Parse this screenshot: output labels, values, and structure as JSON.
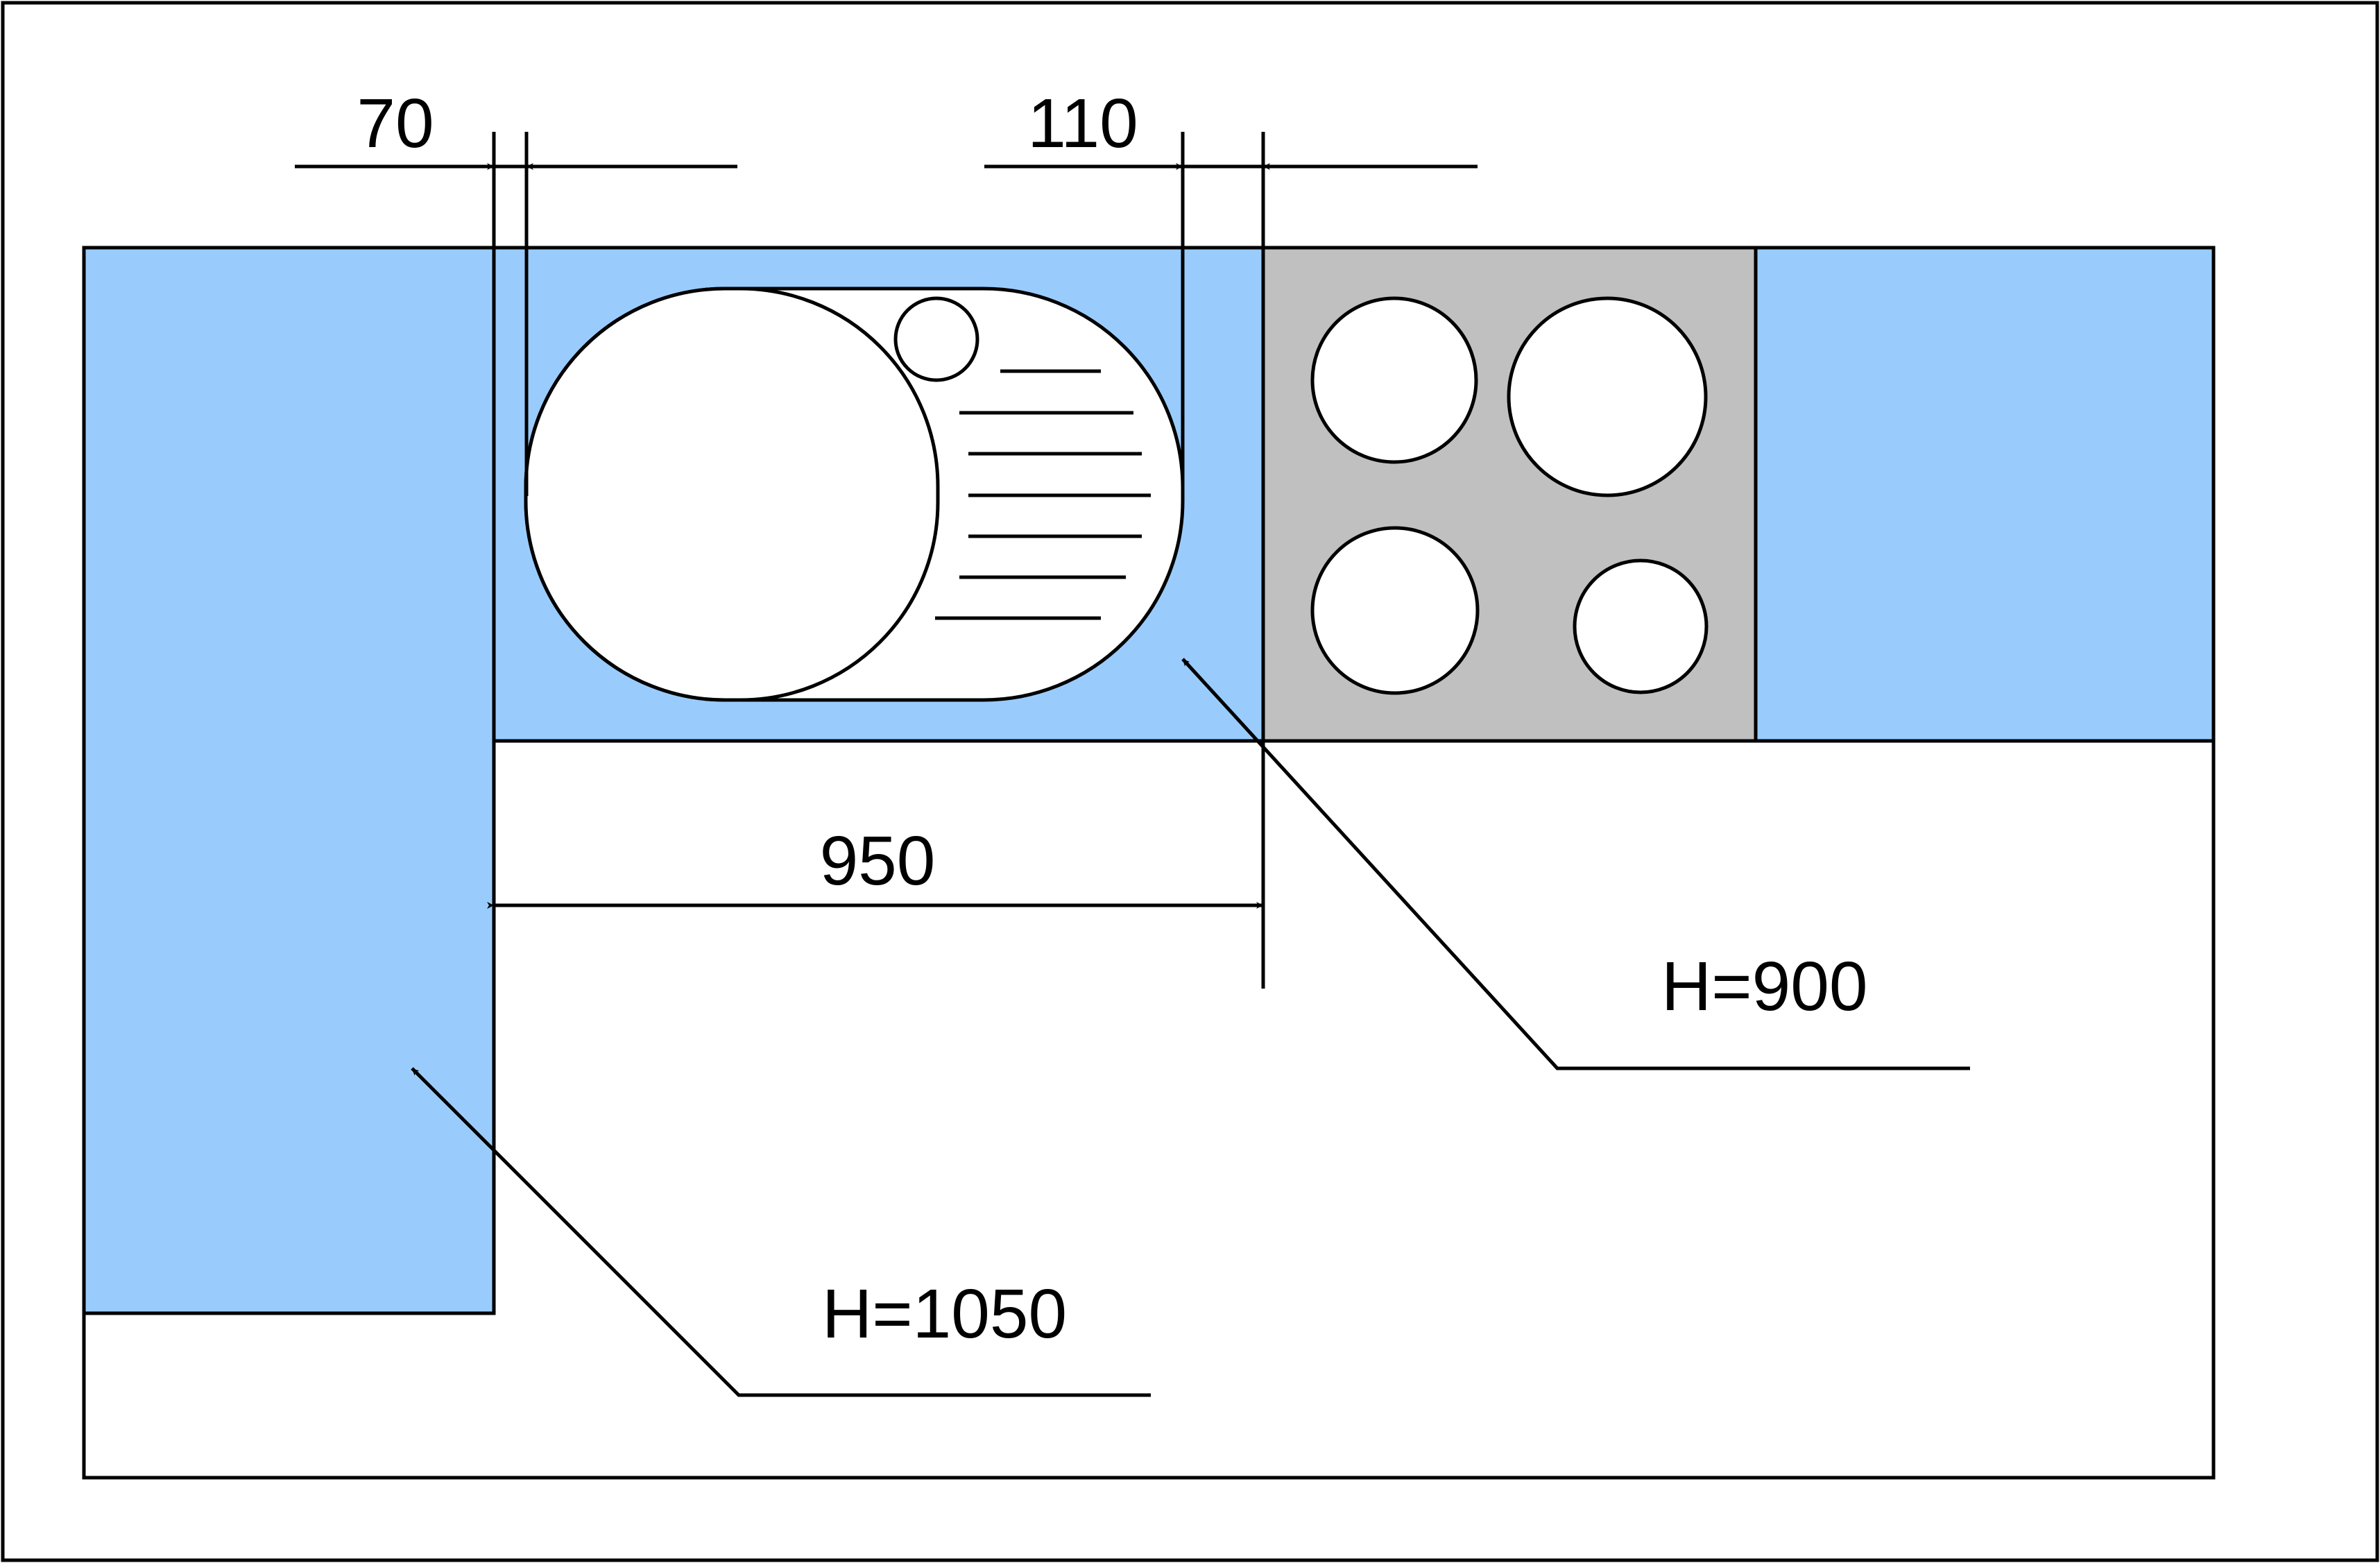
{
  "colors": {
    "counter": "#99ccfd",
    "hob": "#c0c0c0",
    "line": "#000000",
    "background": "#ffffff"
  },
  "dimensions": {
    "gap_left": "70",
    "gap_right": "110",
    "sink_span": "950"
  },
  "labels": {
    "counter_height": "H=900",
    "tall_height": "H=1050"
  }
}
